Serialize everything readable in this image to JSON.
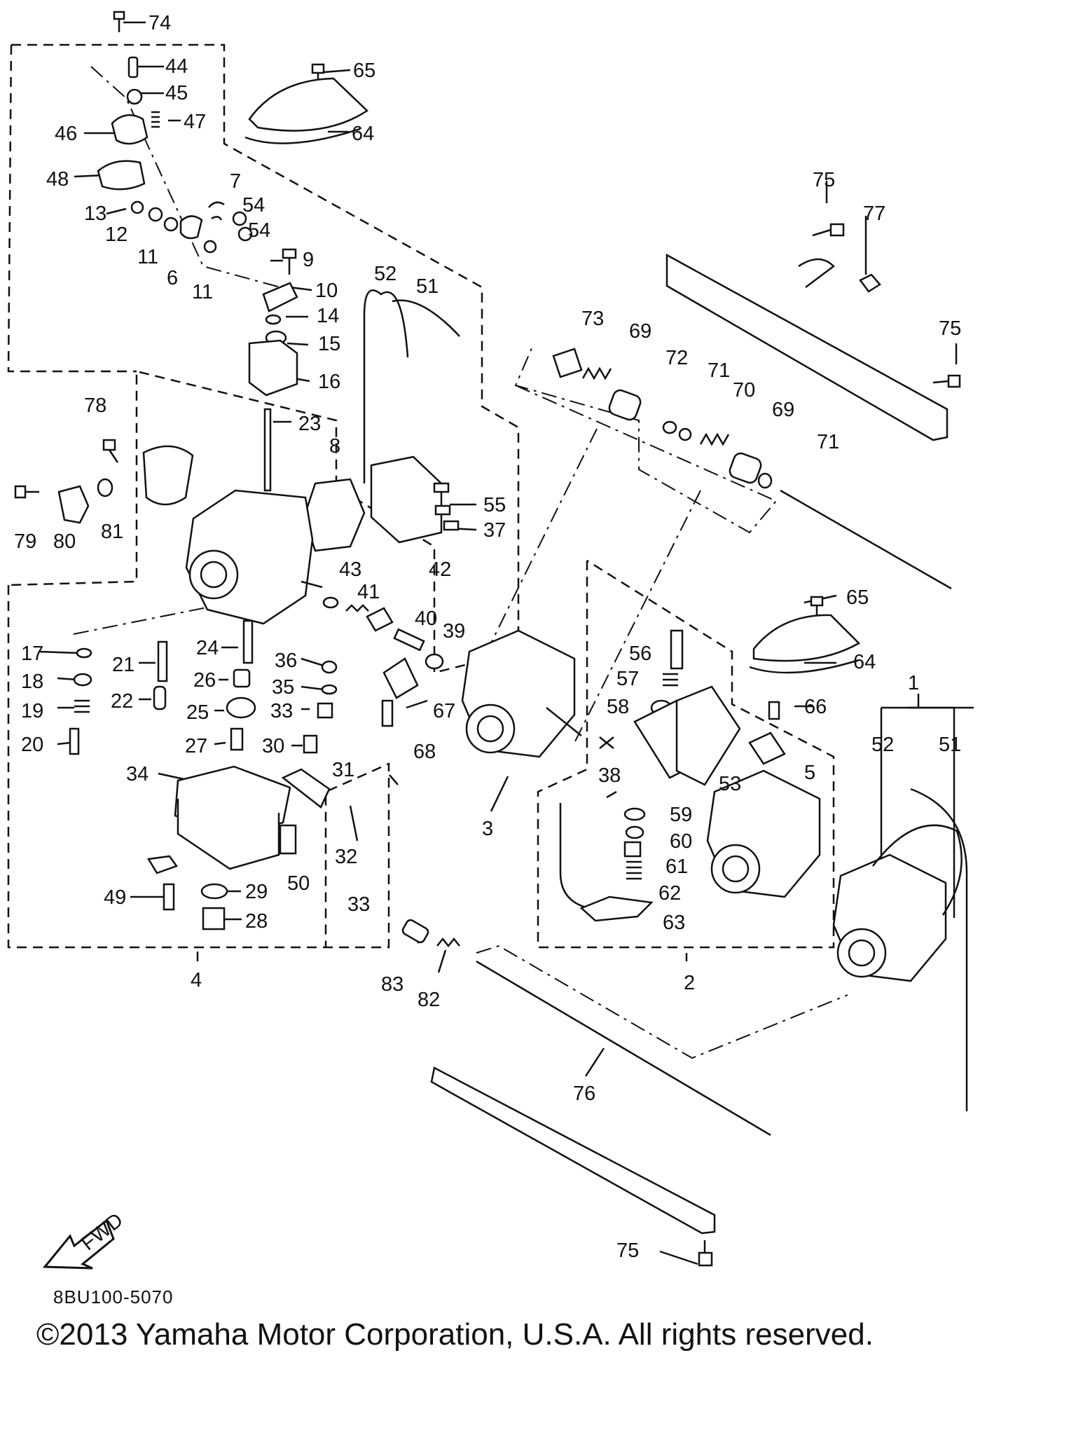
{
  "figure_code": "8BU100-5070",
  "copyright": "©2013 Yamaha Motor Corporation, U.S.A. All rights reserved.",
  "fwd_label": "FWD",
  "labels": [
    {
      "id": "p74",
      "text": "74"
    },
    {
      "id": "p44",
      "text": "44"
    },
    {
      "id": "p45",
      "text": "45"
    },
    {
      "id": "p47",
      "text": "47"
    },
    {
      "id": "p46",
      "text": "46"
    },
    {
      "id": "p48",
      "text": "48"
    },
    {
      "id": "p7",
      "text": "7"
    },
    {
      "id": "p13",
      "text": "13"
    },
    {
      "id": "p12",
      "text": "12"
    },
    {
      "id": "p11a",
      "text": "11"
    },
    {
      "id": "p6",
      "text": "6"
    },
    {
      "id": "p11b",
      "text": "11"
    },
    {
      "id": "p54a",
      "text": "54"
    },
    {
      "id": "p54b",
      "text": "54"
    },
    {
      "id": "p9",
      "text": "9"
    },
    {
      "id": "p10",
      "text": "10"
    },
    {
      "id": "p14",
      "text": "14"
    },
    {
      "id": "p15",
      "text": "15"
    },
    {
      "id": "p16",
      "text": "16"
    },
    {
      "id": "p23",
      "text": "23"
    },
    {
      "id": "p65a",
      "text": "65"
    },
    {
      "id": "p64a",
      "text": "64"
    },
    {
      "id": "p52a",
      "text": "52"
    },
    {
      "id": "p51a",
      "text": "51"
    },
    {
      "id": "p8",
      "text": "8"
    },
    {
      "id": "p55",
      "text": "55"
    },
    {
      "id": "p37",
      "text": "37"
    },
    {
      "id": "p78",
      "text": "78"
    },
    {
      "id": "p79",
      "text": "79"
    },
    {
      "id": "p80",
      "text": "80"
    },
    {
      "id": "p81",
      "text": "81"
    },
    {
      "id": "p43",
      "text": "43"
    },
    {
      "id": "p41",
      "text": "41"
    },
    {
      "id": "p42",
      "text": "42"
    },
    {
      "id": "p40",
      "text": "40"
    },
    {
      "id": "p39",
      "text": "39"
    },
    {
      "id": "p17",
      "text": "17"
    },
    {
      "id": "p18",
      "text": "18"
    },
    {
      "id": "p19",
      "text": "19"
    },
    {
      "id": "p20",
      "text": "20"
    },
    {
      "id": "p21",
      "text": "21"
    },
    {
      "id": "p22",
      "text": "22"
    },
    {
      "id": "p24",
      "text": "24"
    },
    {
      "id": "p26",
      "text": "26"
    },
    {
      "id": "p25",
      "text": "25"
    },
    {
      "id": "p27",
      "text": "27"
    },
    {
      "id": "p36",
      "text": "36"
    },
    {
      "id": "p35",
      "text": "35"
    },
    {
      "id": "p33a",
      "text": "33"
    },
    {
      "id": "p30",
      "text": "30"
    },
    {
      "id": "p31",
      "text": "31"
    },
    {
      "id": "p34",
      "text": "34"
    },
    {
      "id": "p32",
      "text": "32"
    },
    {
      "id": "p50",
      "text": "50"
    },
    {
      "id": "p49",
      "text": "49"
    },
    {
      "id": "p29",
      "text": "29"
    },
    {
      "id": "p28",
      "text": "28"
    },
    {
      "id": "p33b",
      "text": "33"
    },
    {
      "id": "p4",
      "text": "4"
    },
    {
      "id": "p67",
      "text": "67"
    },
    {
      "id": "p68",
      "text": "68"
    },
    {
      "id": "p3",
      "text": "3"
    },
    {
      "id": "p73",
      "text": "73"
    },
    {
      "id": "p69a",
      "text": "69"
    },
    {
      "id": "p72",
      "text": "72"
    },
    {
      "id": "p71a",
      "text": "71"
    },
    {
      "id": "p70",
      "text": "70"
    },
    {
      "id": "p69b",
      "text": "69"
    },
    {
      "id": "p71b",
      "text": "71"
    },
    {
      "id": "p75a",
      "text": "75"
    },
    {
      "id": "p77",
      "text": "77"
    },
    {
      "id": "p75b",
      "text": "75"
    },
    {
      "id": "p56",
      "text": "56"
    },
    {
      "id": "p57",
      "text": "57"
    },
    {
      "id": "p58",
      "text": "58"
    },
    {
      "id": "p38",
      "text": "38"
    },
    {
      "id": "p53",
      "text": "53"
    },
    {
      "id": "p5",
      "text": "5"
    },
    {
      "id": "p59",
      "text": "59"
    },
    {
      "id": "p60",
      "text": "60"
    },
    {
      "id": "p61",
      "text": "61"
    },
    {
      "id": "p62",
      "text": "62"
    },
    {
      "id": "p63",
      "text": "63"
    },
    {
      "id": "p2",
      "text": "2"
    },
    {
      "id": "p65b",
      "text": "65"
    },
    {
      "id": "p64b",
      "text": "64"
    },
    {
      "id": "p66",
      "text": "66"
    },
    {
      "id": "p1",
      "text": "1"
    },
    {
      "id": "p52b",
      "text": "52"
    },
    {
      "id": "p51b",
      "text": "51"
    },
    {
      "id": "p83",
      "text": "83"
    },
    {
      "id": "p82",
      "text": "82"
    },
    {
      "id": "p76",
      "text": "76"
    },
    {
      "id": "p75c",
      "text": "75"
    }
  ]
}
